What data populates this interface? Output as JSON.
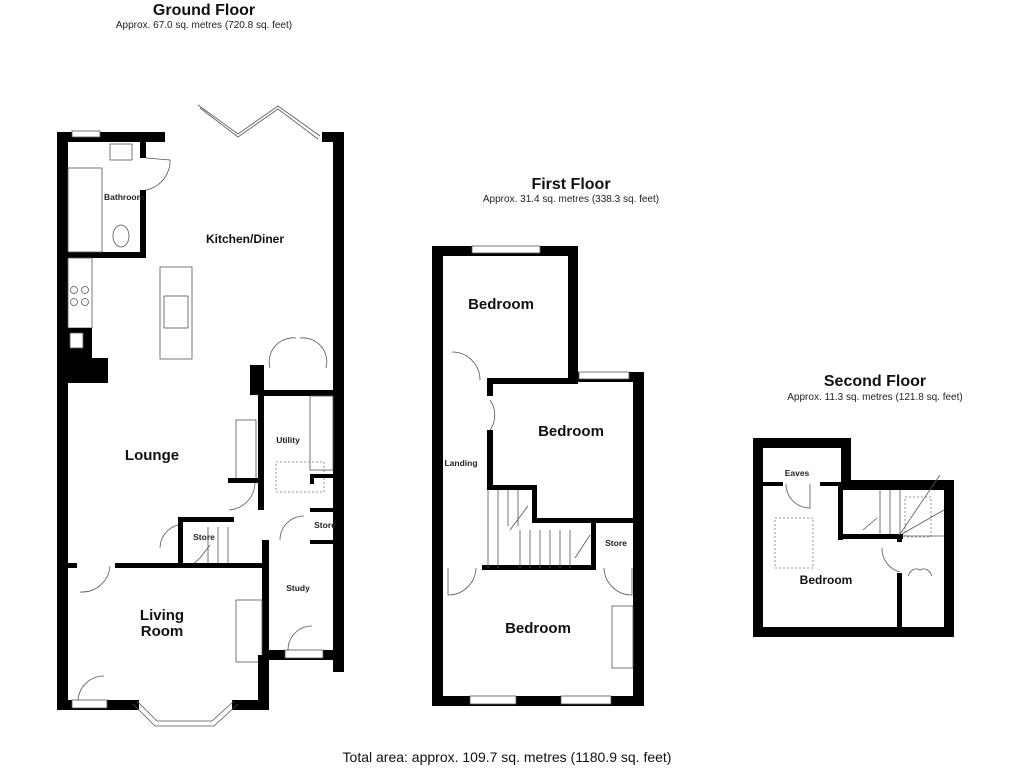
{
  "ground_floor": {
    "title": "Ground Floor",
    "area": "Approx. 67.0 sq. metres (720.8 sq. feet)",
    "rooms": {
      "bathroom": "Bathroom",
      "kitchen_diner": "Kitchen/Diner",
      "lounge": "Lounge",
      "utility": "Utility",
      "store_stairs": "Store",
      "store_small": "Store",
      "study": "Study",
      "living_room_line1": "Living",
      "living_room_line2": "Room"
    }
  },
  "first_floor": {
    "title": "First Floor",
    "area": "Approx. 31.4 sq. metres (338.3 sq. feet)",
    "rooms": {
      "bedroom_top": "Bedroom",
      "bedroom_middle": "Bedroom",
      "landing": "Landing",
      "store": "Store",
      "bedroom_bottom": "Bedroom"
    }
  },
  "second_floor": {
    "title": "Second Floor",
    "area": "Approx. 11.3 sq. metres (121.8 sq. feet)",
    "rooms": {
      "eaves": "Eaves",
      "bedroom": "Bedroom"
    }
  },
  "total_area": "Total area: approx. 109.7 sq. metres (1180.9 sq. feet)"
}
